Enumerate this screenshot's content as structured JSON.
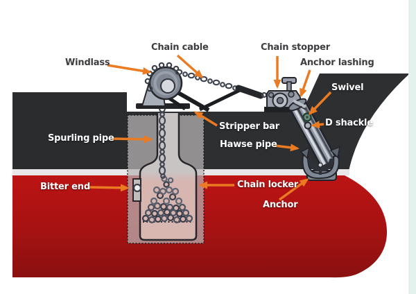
{
  "figure_name": "Ship anchoring equipment cross-section diagram",
  "labels": {
    "windlass": "Windlass",
    "chain_cable": "Chain cable",
    "chain_stopper": "Chain stopper",
    "anchor_lashing": "Anchor lashing",
    "swivel": "Swivel",
    "d_shackle": "D shackle",
    "stripper_bar": "Stripper bar",
    "hawse_pipe": "Hawse pipe",
    "spurling_pipe": "Spurling pipe",
    "bitter_end": "Bitter end",
    "chain_locker": "Chain locker",
    "anchor": "Anchor"
  },
  "colors": {
    "arrow_orange": "#ea7b22",
    "hull_dark": "#2e2f31",
    "hull_red_top": "#bc1414",
    "hull_red_bottom": "#8a1010",
    "waterline_stripe": "#e9e7e7",
    "compartment_gray": "rgba(185,180,182,0.72)",
    "label_text_dark": "#3d3d40",
    "label_text_light": "#ffffff",
    "right_edge_strip": "#e3f2ed",
    "background": "#ffffff"
  }
}
